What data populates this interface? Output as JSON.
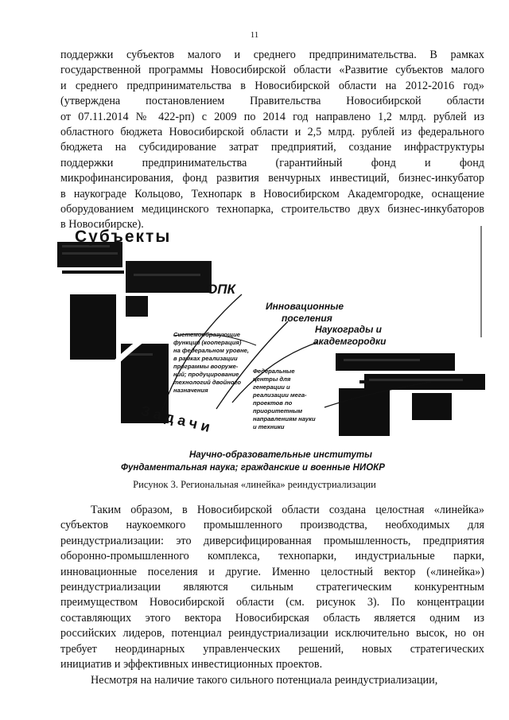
{
  "page_number": "11",
  "paragraph1_lines": [
    "поддержки субъектов малого и среднего предпринимательства. В рамках",
    "государственной программы Новосибирской области «Развитие субъектов малого",
    "и среднего предпринимательства в Новосибирской области на 2012-2016 год»",
    "(утверждена постановлением Правительства Новосибирской области",
    "от 07.11.2014 № 422-рп) с 2009 по 2014 год направлено 1,2 млрд. рублей из",
    "областного бюджета Новосибирской области и 2,5 млрд. рублей из федерального",
    "бюджета на субсидирование затрат предприятий, создание инфраструктуры",
    "поддержки предпринимательства (гарантийный фонд и фонд",
    "микрофинансирования, фонд развития венчурных инвестиций, бизнес-инкубатор",
    "в наукограде Кольцово, Технопарк в Новосибирском Академгородке, оснащение",
    "оборудованием медицинского технопарка, строительство двух бизнес-инкубаторов",
    "в Новосибирске)."
  ],
  "figure": {
    "subjects_title": "Субъекты",
    "opk_label": "ОПК",
    "innov_line1": "Инновационные",
    "innov_line2": "поселения",
    "naukograd_line1": "Наукограды и",
    "naukograd_line2": "академгородки",
    "note_left": [
      "Системообразующие",
      "функции (кооперация)",
      "на федеральном уровне,",
      "в рамках реализации",
      "программы вооруже-",
      "ний; продуцирование",
      "технологий двойного",
      "назначения"
    ],
    "note_right": [
      "Федеральные",
      "центры для",
      "генерации и",
      "реализации мега-",
      "проектов по",
      "приоритетным",
      "направлениям науки",
      "и техники"
    ],
    "tasks_label": "Задачи",
    "bottom_line1": "Научно-образовательные институты",
    "bottom_line2": "Фундаментальная наука; гражданские и военные НИОКР"
  },
  "caption": "Рисунок 3. Региональная «линейка» реиндустриализации",
  "paragraph2_lines": [
    "Таким образом, в Новосибирской области создана целостная «линейка»",
    "субъектов наукоемкого промышленного производства, необходимых для",
    "реиндустриализации: это диверсифицированная промышленность, предприятия",
    "оборонно-промышленного комплекса, технопарки, индустриальные парки,",
    "инновационные поселения и другие. Именно целостный вектор («линейка»)",
    "реиндустриализации являются сильным стратегическим конкурентным",
    "преимуществом Новосибирской области (см. рисунок 3). По концентрации",
    "составляющих этого вектора Новосибирская область является одним из",
    "российских лидеров, потенциал реиндустриализации исключительно высок, но он",
    "требует неординарных управленческих решений, новых стратегических",
    "инициатив и эффективных инвестиционных проектов."
  ],
  "paragraph3_first_line": "Несмотря на наличие такого сильного потенциала реиндустриализации,"
}
